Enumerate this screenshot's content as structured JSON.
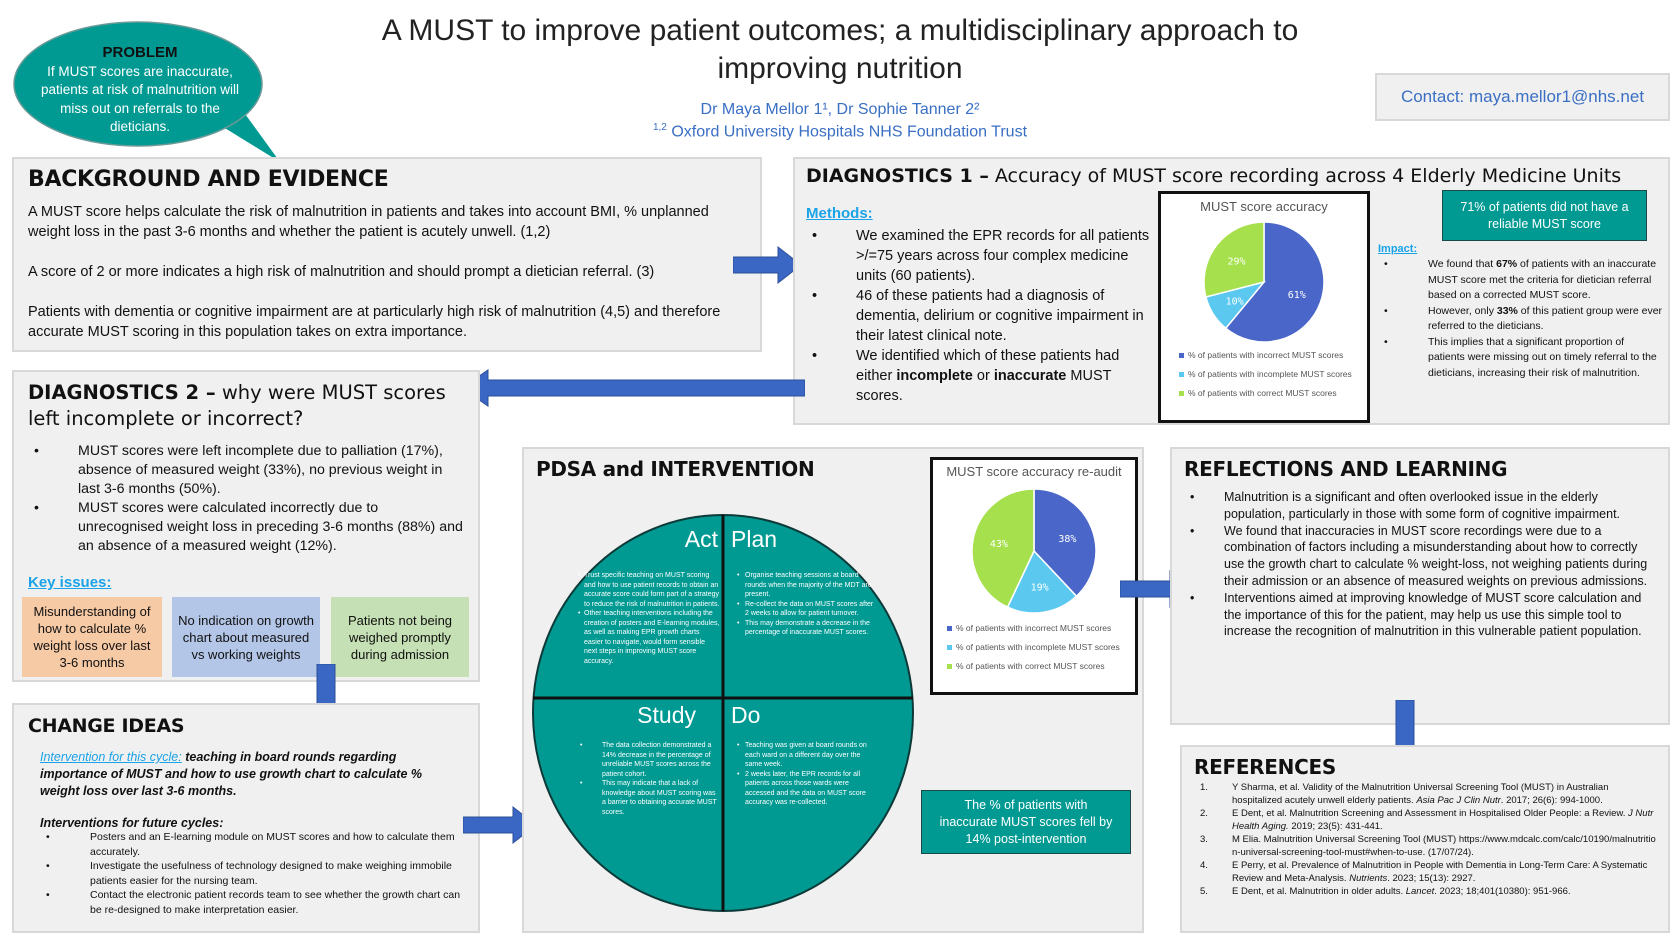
{
  "title": {
    "line1": "A MUST to improve patient outcomes; a multidisciplinary approach to",
    "line2": "improving nutrition",
    "authors": "Dr Maya Mellor 1¹, Dr Sophie Tanner 2²",
    "affiliation_sup": "1,2",
    "affiliation": "Oxford University Hospitals NHS Foundation Trust"
  },
  "contact": "Contact: maya.mellor1@nhs.net",
  "problem": {
    "heading": "PROBLEM",
    "text": "If MUST scores are inaccurate, patients at risk of malnutrition will miss out on referrals to the dieticians."
  },
  "background": {
    "heading": "BACKGROUND AND EVIDENCE",
    "paragraphs": [
      "A MUST score helps calculate the risk of malnutrition in patients and takes into account BMI, % unplanned weight loss in the past 3-6 months and whether the patient is acutely unwell. (1,2)",
      "A score of 2 or more indicates a high risk of malnutrition and should prompt a dietician referral. (3)",
      "Patients with dementia or cognitive impairment are at particularly high risk of malnutrition (4,5) and therefore accurate MUST scoring in this population takes on extra importance."
    ]
  },
  "diagnostics1": {
    "heading_bold": "DIAGNOSTICS 1 –",
    "heading_rest": " Accuracy of MUST score recording across 4 Elderly Medicine Units",
    "methods_label": "Methods:",
    "methods": [
      {
        "text": "We examined the EPR records for all patients >/=75 years across four complex medicine units (60 patients)."
      },
      {
        "text": "46 of these patients had a diagnosis of dementia, delirium or cognitive impairment in their latest clinical note."
      },
      {
        "pre": "We identified which of these patients had either ",
        "b1": "incomplete",
        "mid": " or ",
        "b2": "inaccurate",
        "post": " MUST scores."
      }
    ],
    "callout": "71% of patients did not have a reliable MUST score",
    "impact_label": "Impact:",
    "impact": [
      {
        "pre": "We found that ",
        "b": "67%",
        "post": " of patients with an inaccurate MUST score met the criteria for dietician referral based on a corrected MUST score."
      },
      {
        "pre": "However, only ",
        "b": "33%",
        "post": " of this patient group were ever referred to the dieticians."
      },
      {
        "pre": "This implies that a significant proportion of patients were missing out on timely referral to the dieticians, increasing their risk of malnutrition.",
        "b": "",
        "post": ""
      }
    ]
  },
  "diagnostics2": {
    "heading_bold": "DIAGNOSTICS 2 –",
    "heading_rest": " why were MUST scores left incomplete or incorrect?",
    "bullets": [
      "MUST scores were left incomplete due to palliation (17%), absence of measured weight (33%), no previous weight in last 3-6 months (50%).",
      "MUST scores were calculated incorrectly due to unrecognised weight loss in preceding 3-6 months (88%) and an absence of a measured weight (12%)."
    ],
    "key_label": "Key issues:",
    "key_issues": [
      {
        "text": "Misunderstanding of how to calculate % weight loss over last 3-6 months",
        "color": "#f7caa6"
      },
      {
        "text": "No indication on growth chart about measured vs working weights",
        "color": "#b3c6e7"
      },
      {
        "text": "Patients not being weighed promptly during admission",
        "color": "#c5e0b4"
      }
    ]
  },
  "change_ideas": {
    "heading": "CHANGE IDEAS",
    "this_cycle_label": "Intervention for this cycle:",
    "this_cycle_text": " teaching in board rounds regarding importance of MUST and how to use growth chart to calculate % weight loss over last 3-6 months.",
    "future_label": "Interventions for future cycles:",
    "future": [
      "Posters and an E-learning module on MUST scores and how to calculate them accurately.",
      "Investigate the usefulness of technology designed to make weighing immobile patients easier for the nursing team.",
      "Contact the electronic patient records team to see whether the growth chart can be re-designed to make interpretation easier."
    ]
  },
  "pdsa": {
    "heading": "PDSA and INTERVENTION",
    "act": {
      "label": "Act",
      "bullets": [
        "Trust specific teaching on MUST scoring and how to use patient records to obtain an accurate score could form part of a strategy to reduce the risk of malnutrition in patients.",
        "Other teaching interventions including the creation of posters and E-learning modules, as well as making EPR growth charts easier to navigate, would form sensible next steps in improving MUST score accuracy."
      ]
    },
    "plan": {
      "label": "Plan",
      "bullets": [
        "Organise teaching sessions at board rounds when the majority of the MDT are present.",
        "Re-collect the data on MUST scores after 2 weeks to allow for patient turnover.",
        "This may demonstrate a decrease in the percentage of inaccurate MUST scores."
      ]
    },
    "study": {
      "label": "Study",
      "bullets": [
        "The data collection demonstrated a 14% decrease in the percentage of unreliable MUST scores across the patient cohort.",
        "This may indicate that a lack of knowledge about MUST scoring was a barrier to obtaining accurate MUST scores."
      ]
    },
    "do": {
      "label": "Do",
      "bullets": [
        "Teaching was given at board rounds on each ward on a different day over the same week.",
        "2 weeks later, the EPR records for all patients across those wards were accessed and the data on MUST score accuracy was re-collected."
      ]
    },
    "callout": "The % of patients with inaccurate MUST scores fell by 14% post-intervention"
  },
  "reflections": {
    "heading": "REFLECTIONS AND LEARNING",
    "bullets": [
      "Malnutrition is a significant and often overlooked issue in the elderly population, particularly in those with some form of cognitive impairment.",
      "We found that inaccuracies in MUST score recordings were due to a combination of factors including a misunderstanding about how to correctly use the growth chart to calculate % weight-loss, not weighing patients during their admission or an absence of measured weights on previous admissions.",
      "Interventions aimed at improving knowledge of MUST score calculation and the importance of this for the patient, may help us use this simple tool to increase the recognition of malnutrition in this vulnerable patient population."
    ]
  },
  "references": {
    "heading": "REFERENCES",
    "items": [
      {
        "n": "1.",
        "pre": "Y Sharma, et al. Validity of the Malnutrition Universal Screening Tool (MUST) in Australian hospitalized acutely unwell elderly patients. ",
        "i": "Asia Pac J Clin Nutr",
        "post": ". 2017; 26(6): 994-1000."
      },
      {
        "n": "2.",
        "pre": "E Dent, et al. Malnutrition Screening and Assessment in Hospitalised Older People: a Review. ",
        "i": "J Nutr Health Aging.",
        "post": " 2019; 23(5): 431-441."
      },
      {
        "n": "3.",
        "pre": "M Elia. Malnutrition Universal Screening Tool (MUST) https://www.mdcalc.com/calc/10190/malnutrition-universal-screening-tool-must#when-to-use. (17/07/24).",
        "i": "",
        "post": ""
      },
      {
        "n": "4.",
        "pre": "E Perry, et al. Prevalence of Malnutrition in People with Dementia in Long-Term Care: A Systematic Review and Meta-Analysis. ",
        "i": "Nutrients",
        "post": ". 2023; 15(13): 2927."
      },
      {
        "n": "5.",
        "pre": "E Dent, et al. Malnutrition in older adults. ",
        "i": "Lancet",
        "post": ". 2023; 18;401(10380): 951-966."
      }
    ]
  },
  "colors": {
    "teal": "#009a93",
    "incorrect": "#4a66c8",
    "incomplete": "#5bc8f0",
    "correct": "#a6e04c",
    "arrow": "#3a66c4",
    "link": "#1aa3e8",
    "author_blue": "#3a6fc4"
  },
  "chart_data": [
    {
      "type": "pie",
      "title": "MUST score accuracy",
      "categories": [
        "% of patients with incorrect MUST scores",
        "% of patients with incomplete MUST scores",
        "% of patients with correct MUST scores"
      ],
      "values": [
        61,
        10,
        29
      ],
      "labels": [
        "61%",
        "10%",
        "29%"
      ],
      "colors": [
        "#4a66c8",
        "#5bc8f0",
        "#a6e04c"
      ],
      "legend": "bottom"
    },
    {
      "type": "pie",
      "title": "MUST score accuracy re-audit",
      "categories": [
        "% of patients with incorrect MUST scores",
        "% of patients with incomplete MUST scores",
        "% of patients with correct MUST scores"
      ],
      "values": [
        38,
        19,
        43
      ],
      "labels": [
        "38%",
        "19%",
        "43%"
      ],
      "colors": [
        "#4a66c8",
        "#5bc8f0",
        "#a6e04c"
      ],
      "legend": "bottom"
    }
  ]
}
